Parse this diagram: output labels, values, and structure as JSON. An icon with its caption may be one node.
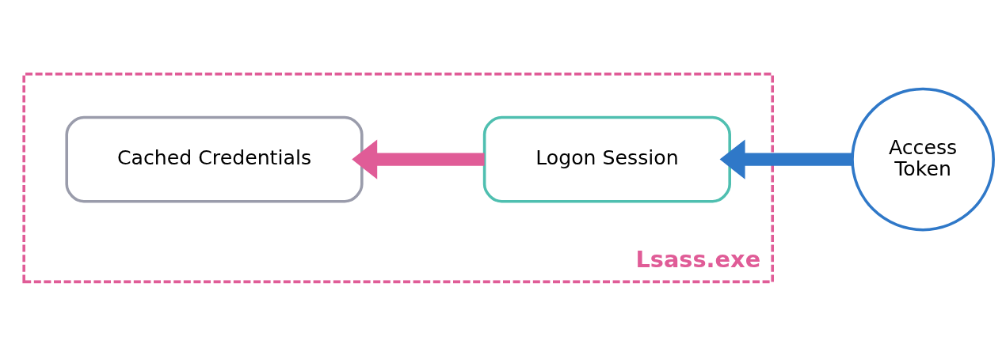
{
  "diagram": {
    "nodes": [
      {
        "text": [
          "Lsass.exe"
        ]
      },
      {
        "text": [
          "Cached Credentials"
        ],
        "in": 0
      },
      {
        "text": [
          "Logon Session"
        ],
        "in": 0
      },
      {
        "text": [
          "Access Token"
        ]
      }
    ],
    "edges": [
      {
        "from": 3,
        "to": 2,
        "arrow": "to",
        "color": "#2f78c8"
      },
      {
        "from": 2,
        "to": 1,
        "arrow": "to",
        "color": "#e05c97"
      }
    ]
  }
}
